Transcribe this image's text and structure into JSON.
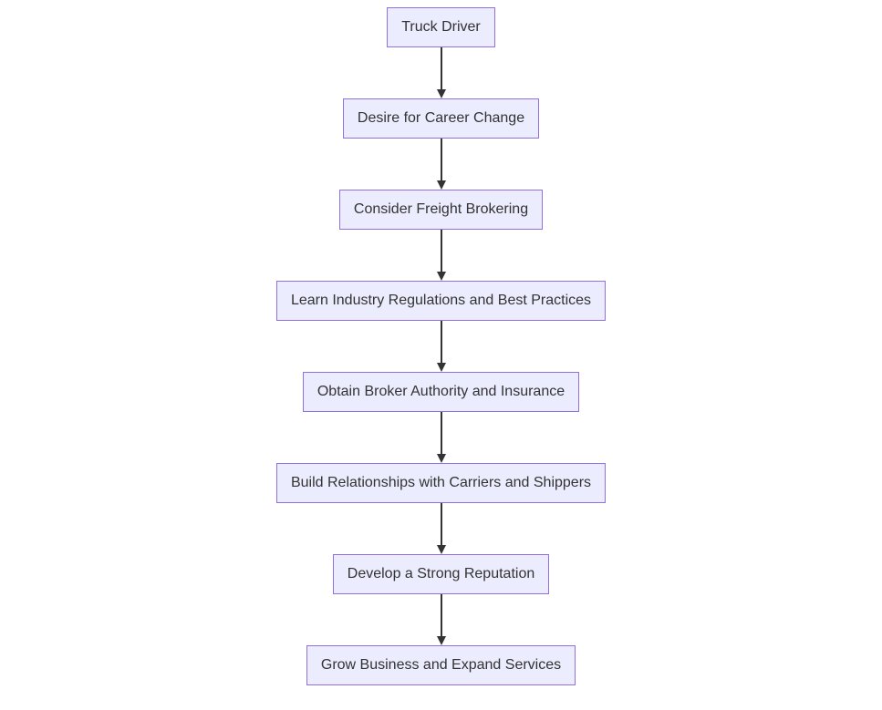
{
  "flowchart": {
    "type": "flowchart-top-down",
    "nodes": [
      {
        "label": "Truck Driver"
      },
      {
        "label": "Desire for Career Change"
      },
      {
        "label": "Consider Freight Brokering"
      },
      {
        "label": "Learn Industry Regulations and Best Practices"
      },
      {
        "label": "Obtain Broker Authority and Insurance"
      },
      {
        "label": "Build Relationships with Carriers and Shippers"
      },
      {
        "label": "Develop a Strong Reputation"
      },
      {
        "label": "Grow Business and Expand Services"
      }
    ],
    "edges": [
      {
        "from": 0,
        "to": 1
      },
      {
        "from": 1,
        "to": 2
      },
      {
        "from": 2,
        "to": 3
      },
      {
        "from": 3,
        "to": 4
      },
      {
        "from": 4,
        "to": 5
      },
      {
        "from": 5,
        "to": 6
      },
      {
        "from": 6,
        "to": 7
      }
    ],
    "colors": {
      "background": "#FFFFFF",
      "node_fill": "#ECECFF",
      "node_border": "#9370DB",
      "node_text": "#333333",
      "arrow": "#333333"
    }
  }
}
